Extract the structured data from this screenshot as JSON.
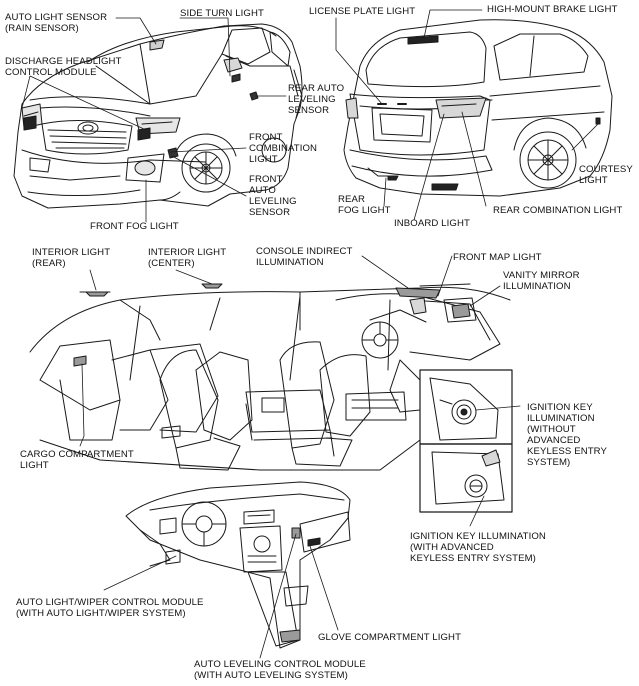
{
  "labels": {
    "auto_light_sensor": [
      "AUTO LIGHT SENSOR",
      "(RAIN SENSOR)"
    ],
    "side_turn_light": [
      "SIDE TURN LIGHT"
    ],
    "license_plate_light": [
      "LICENSE PLATE LIGHT"
    ],
    "high_mount_brake_light": [
      "HIGH-MOUNT BRAKE LIGHT"
    ],
    "discharge_headlight": [
      "DISCHARGE HEADLIGHT",
      "CONTROL MODULE"
    ],
    "rear_auto_leveling_sensor": [
      "REAR AUTO",
      "LEVELING",
      "SENSOR"
    ],
    "front_combination_light": [
      "FRONT",
      "COMBINATION",
      "LIGHT"
    ],
    "front_auto_leveling_sensor": [
      "FRONT",
      "AUTO",
      "LEVELING",
      "SENSOR"
    ],
    "courtesy_light": [
      "COURTESY",
      "LIGHT"
    ],
    "rear_fog_light": [
      "REAR",
      "FOG LIGHT"
    ],
    "inboard_light": [
      "INBOARD LIGHT"
    ],
    "rear_combination_light": [
      "REAR COMBINATION LIGHT"
    ],
    "front_fog_light": [
      "FRONT FOG LIGHT"
    ],
    "interior_light_rear": [
      "INTERIOR LIGHT",
      "(REAR)"
    ],
    "interior_light_center": [
      "INTERIOR LIGHT",
      "(CENTER)"
    ],
    "console_indirect": [
      "CONSOLE INDIRECT",
      "ILLUMINATION"
    ],
    "front_map_light": [
      "FRONT MAP LIGHT"
    ],
    "vanity_mirror": [
      "VANITY MIRROR",
      "ILLUMINATION"
    ],
    "ignition_key_without": [
      "IGNITION KEY",
      "ILLUMINATION",
      "(WITHOUT",
      "ADVANCED",
      "KEYLESS ENTRY",
      "SYSTEM)"
    ],
    "cargo_compartment": [
      "CARGO COMPARTMENT",
      "LIGHT"
    ],
    "ignition_key_with": [
      "IGNITION KEY ILLUMINATION",
      "(WITH ADVANCED",
      "KEYLESS ENTRY SYSTEM)"
    ],
    "auto_light_wiper_module": [
      "AUTO LIGHT/WIPER CONTROL MODULE",
      "(WITH AUTO LIGHT/WIPER SYSTEM)"
    ],
    "glove_compartment": [
      "GLOVE COMPARTMENT LIGHT"
    ],
    "auto_leveling_module": [
      "AUTO LEVELING CONTROL MODULE",
      "(WITH AUTO LEVELING SYSTEM)"
    ]
  }
}
